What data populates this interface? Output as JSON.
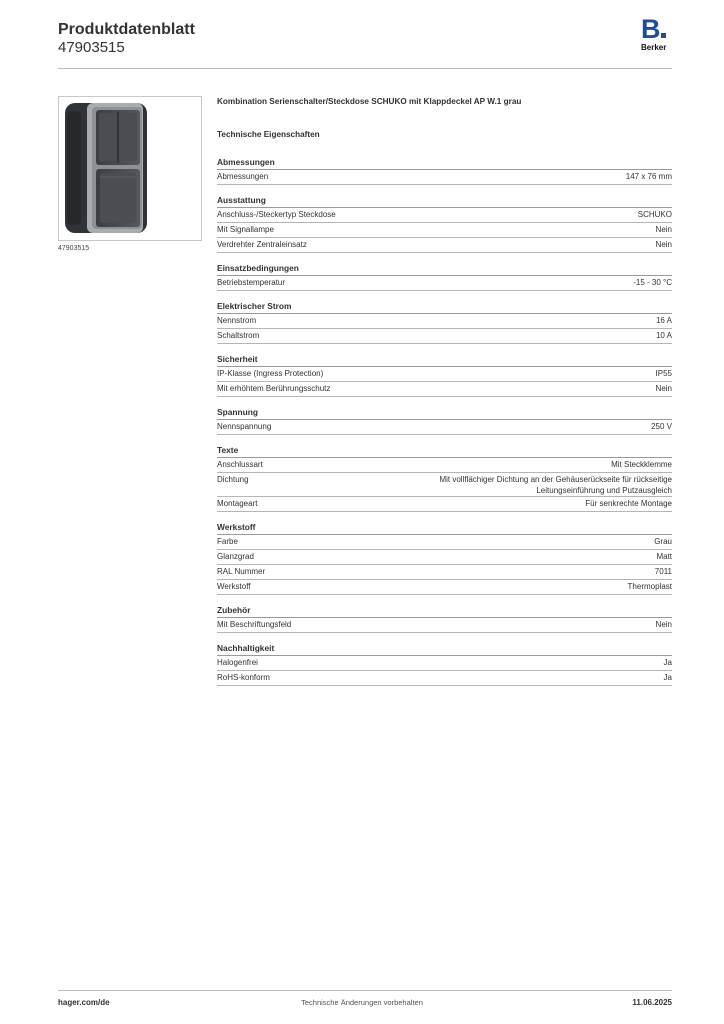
{
  "header": {
    "title": "Produktdatenblatt",
    "number": "47903515",
    "logo_letter": "B",
    "logo_word": "Berker"
  },
  "image": {
    "caption": "47903515"
  },
  "product_name": "Kombination Serienschalter/Steckdose SCHUKO mit Klappdeckel AP W.1 grau",
  "section_heading": "Technische Eigenschaften",
  "groups": [
    {
      "title": "Abmessungen",
      "rows": [
        {
          "label": "Abmessungen",
          "value": "147 x 76 mm"
        }
      ]
    },
    {
      "title": "Ausstattung",
      "rows": [
        {
          "label": "Anschluss-/Steckertyp Steckdose",
          "value": "SCHUKO"
        },
        {
          "label": "Mit Signallampe",
          "value": "Nein"
        },
        {
          "label": "Verdrehter Zentraleinsatz",
          "value": "Nein"
        }
      ]
    },
    {
      "title": "Einsatzbedingungen",
      "rows": [
        {
          "label": "Betriebstemperatur",
          "value": "-15 - 30 °C"
        }
      ]
    },
    {
      "title": "Elektrischer Strom",
      "rows": [
        {
          "label": "Nennstrom",
          "value": "16 A"
        },
        {
          "label": "Schaltstrom",
          "value": "10 A"
        }
      ]
    },
    {
      "title": "Sicherheit",
      "rows": [
        {
          "label": "IP-Klasse (Ingress Protection)",
          "value": "IP55"
        },
        {
          "label": "Mit erhöhtem Berührungsschutz",
          "value": "Nein"
        }
      ]
    },
    {
      "title": "Spannung",
      "rows": [
        {
          "label": "Nennspannung",
          "value": "250 V"
        }
      ]
    },
    {
      "title": "Texte",
      "rows": [
        {
          "label": "Anschlussart",
          "value": "Mit Steckklemme"
        },
        {
          "label": "Dichtung",
          "value": "Mit vollflächiger Dichtung an der Gehäuserückseite für rückseitige Leitungseinführung und Putzausgleich"
        },
        {
          "label": "Montageart",
          "value": "Für senkrechte Montage"
        }
      ]
    },
    {
      "title": "Werkstoff",
      "rows": [
        {
          "label": "Farbe",
          "value": "Grau"
        },
        {
          "label": "Glanzgrad",
          "value": "Matt"
        },
        {
          "label": "RAL Nummer",
          "value": "7011"
        },
        {
          "label": "Werkstoff",
          "value": "Thermoplast"
        }
      ]
    },
    {
      "title": "Zubehör",
      "rows": [
        {
          "label": "Mit Beschriftungsfeld",
          "value": "Nein"
        }
      ]
    },
    {
      "title": "Nachhaltigkeit",
      "rows": [
        {
          "label": "Halogenfrei",
          "value": "Ja"
        },
        {
          "label": "RoHS-konform",
          "value": "Ja"
        }
      ]
    }
  ],
  "footer": {
    "left": "hager.com/de",
    "center": "Technische Änderungen vorbehalten",
    "right": "11.06.2025"
  }
}
